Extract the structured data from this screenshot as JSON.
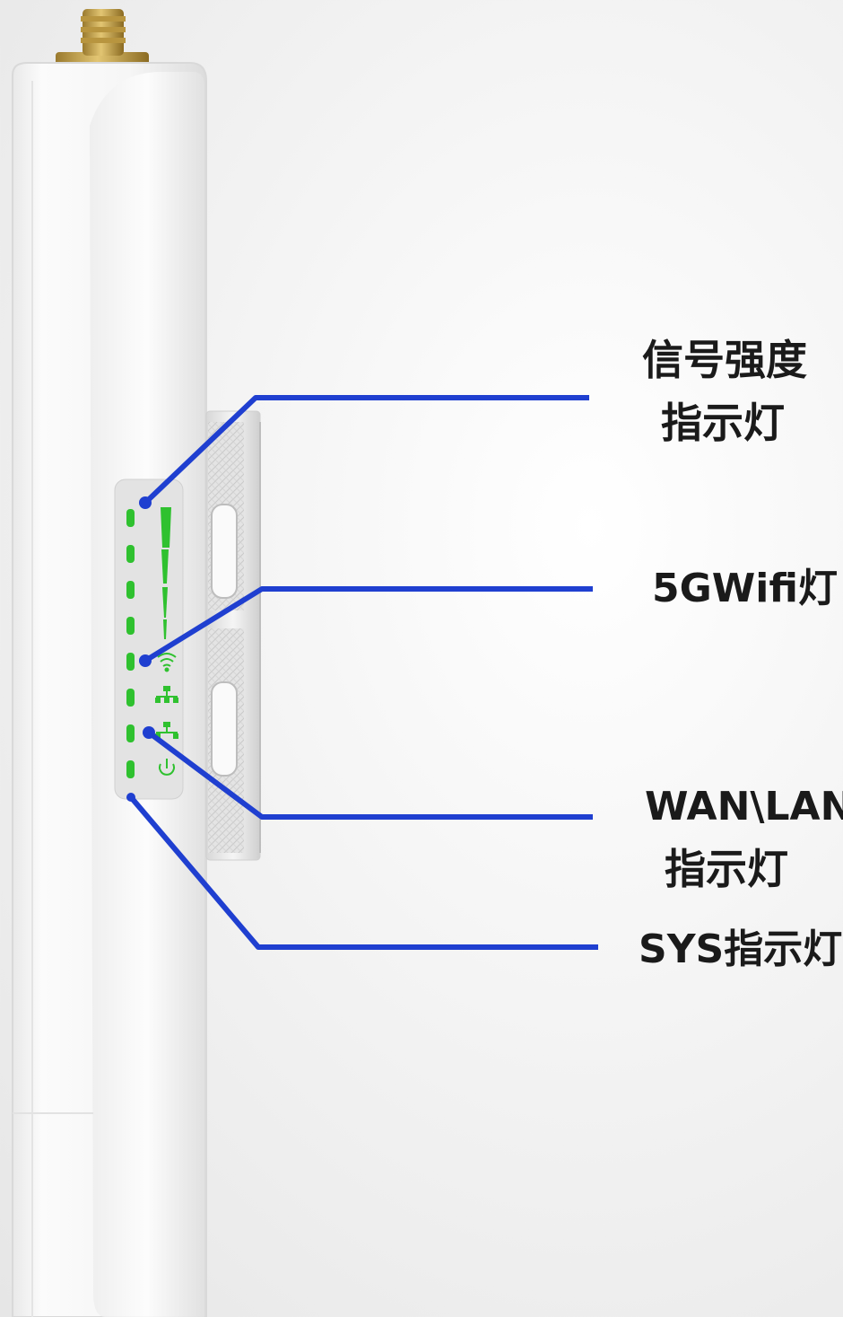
{
  "callouts": {
    "signal_strength": {
      "line1": "信号强度",
      "line2": "指示灯"
    },
    "wifi_5g": {
      "label": "5GWifi灯"
    },
    "wan_lan": {
      "line1": "WAN\\LAN",
      "line2": "指示灯"
    },
    "sys": {
      "label": "SYS指示灯"
    }
  },
  "colors": {
    "callout_line": "#1f3fd0",
    "led_green": "#2fc12f",
    "device_body": "#f4f4f4"
  },
  "icons": [
    "antenna-connector",
    "wifi-icon",
    "network-icon",
    "power-icon"
  ]
}
